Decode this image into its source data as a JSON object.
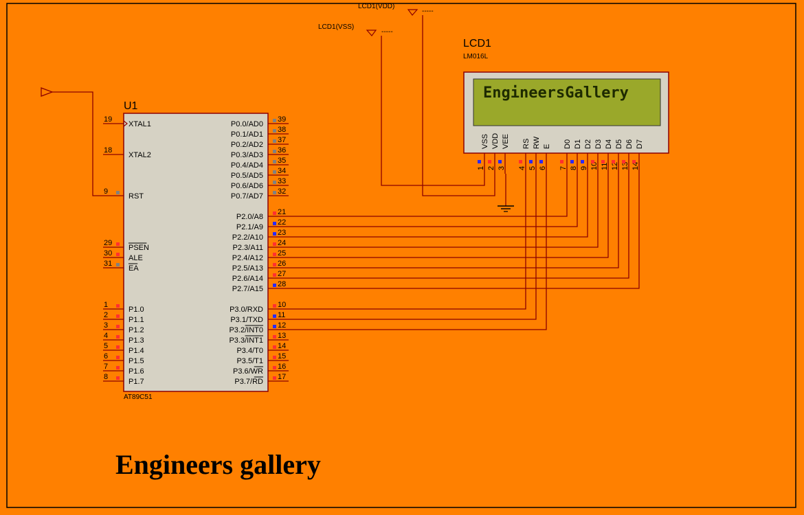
{
  "colors": {
    "background": "#ff8000",
    "chip_fill": "#d6d2c4",
    "wire": "#8b0000",
    "lcd_screen": "#9aa82a",
    "lcd_text": "#1e2a00",
    "pin_red": "#ff3030",
    "pin_blue": "#2a2aff",
    "pin_gray": "#808080"
  },
  "mcu": {
    "ref": "U1",
    "part": "AT89C51",
    "left_pins": [
      {
        "num": "19",
        "name": "XTAL1"
      },
      {
        "num": "18",
        "name": "XTAL2"
      },
      {
        "num": "9",
        "name": "RST"
      },
      {
        "num": "29",
        "name": "PSEN"
      },
      {
        "num": "30",
        "name": "ALE"
      },
      {
        "num": "31",
        "name": "EA"
      },
      {
        "num": "1",
        "name": "P1.0"
      },
      {
        "num": "2",
        "name": "P1.1"
      },
      {
        "num": "3",
        "name": "P1.2"
      },
      {
        "num": "4",
        "name": "P1.3"
      },
      {
        "num": "5",
        "name": "P1.4"
      },
      {
        "num": "6",
        "name": "P1.5"
      },
      {
        "num": "7",
        "name": "P1.6"
      },
      {
        "num": "8",
        "name": "P1.7"
      }
    ],
    "right_pins": [
      {
        "num": "39",
        "name": "P0.0/AD0"
      },
      {
        "num": "38",
        "name": "P0.1/AD1"
      },
      {
        "num": "37",
        "name": "P0.2/AD2"
      },
      {
        "num": "36",
        "name": "P0.3/AD3"
      },
      {
        "num": "35",
        "name": "P0.4/AD4"
      },
      {
        "num": "34",
        "name": "P0.5/AD5"
      },
      {
        "num": "33",
        "name": "P0.6/AD6"
      },
      {
        "num": "32",
        "name": "P0.7/AD7"
      },
      {
        "num": "21",
        "name": "P2.0/A8"
      },
      {
        "num": "22",
        "name": "P2.1/A9"
      },
      {
        "num": "23",
        "name": "P2.2/A10"
      },
      {
        "num": "24",
        "name": "P2.3/A11"
      },
      {
        "num": "25",
        "name": "P2.4/A12"
      },
      {
        "num": "26",
        "name": "P2.5/A13"
      },
      {
        "num": "27",
        "name": "P2.6/A14"
      },
      {
        "num": "28",
        "name": "P2.7/A15"
      },
      {
        "num": "10",
        "name": "P3.0/RXD"
      },
      {
        "num": "11",
        "name": "P3.1/TXD"
      },
      {
        "num": "12",
        "name": "P3.2/INT0"
      },
      {
        "num": "13",
        "name": "P3.3/INT1"
      },
      {
        "num": "14",
        "name": "P3.4/T0"
      },
      {
        "num": "15",
        "name": "P3.5/T1"
      },
      {
        "num": "16",
        "name": "P3.6/WR"
      },
      {
        "num": "17",
        "name": "P3.7/RD"
      }
    ]
  },
  "lcd": {
    "ref": "LCD1",
    "part": "LM016L",
    "display_text": "EngineersGallery",
    "pins": [
      {
        "num": "1",
        "name": "VSS"
      },
      {
        "num": "2",
        "name": "VDD"
      },
      {
        "num": "3",
        "name": "VEE"
      },
      {
        "num": "4",
        "name": "RS"
      },
      {
        "num": "5",
        "name": "RW"
      },
      {
        "num": "6",
        "name": "E"
      },
      {
        "num": "7",
        "name": "D0"
      },
      {
        "num": "8",
        "name": "D1"
      },
      {
        "num": "9",
        "name": "D2"
      },
      {
        "num": "10",
        "name": "D3"
      },
      {
        "num": "11",
        "name": "D4"
      },
      {
        "num": "12",
        "name": "D5"
      },
      {
        "num": "13",
        "name": "D6"
      },
      {
        "num": "14",
        "name": "D7"
      }
    ]
  },
  "power": {
    "vdd_label": "LCD1(VDD)",
    "vss_label": "LCD1(VSS)",
    "hidden_value": "-----"
  },
  "footer": {
    "title": "Engineers gallery"
  }
}
